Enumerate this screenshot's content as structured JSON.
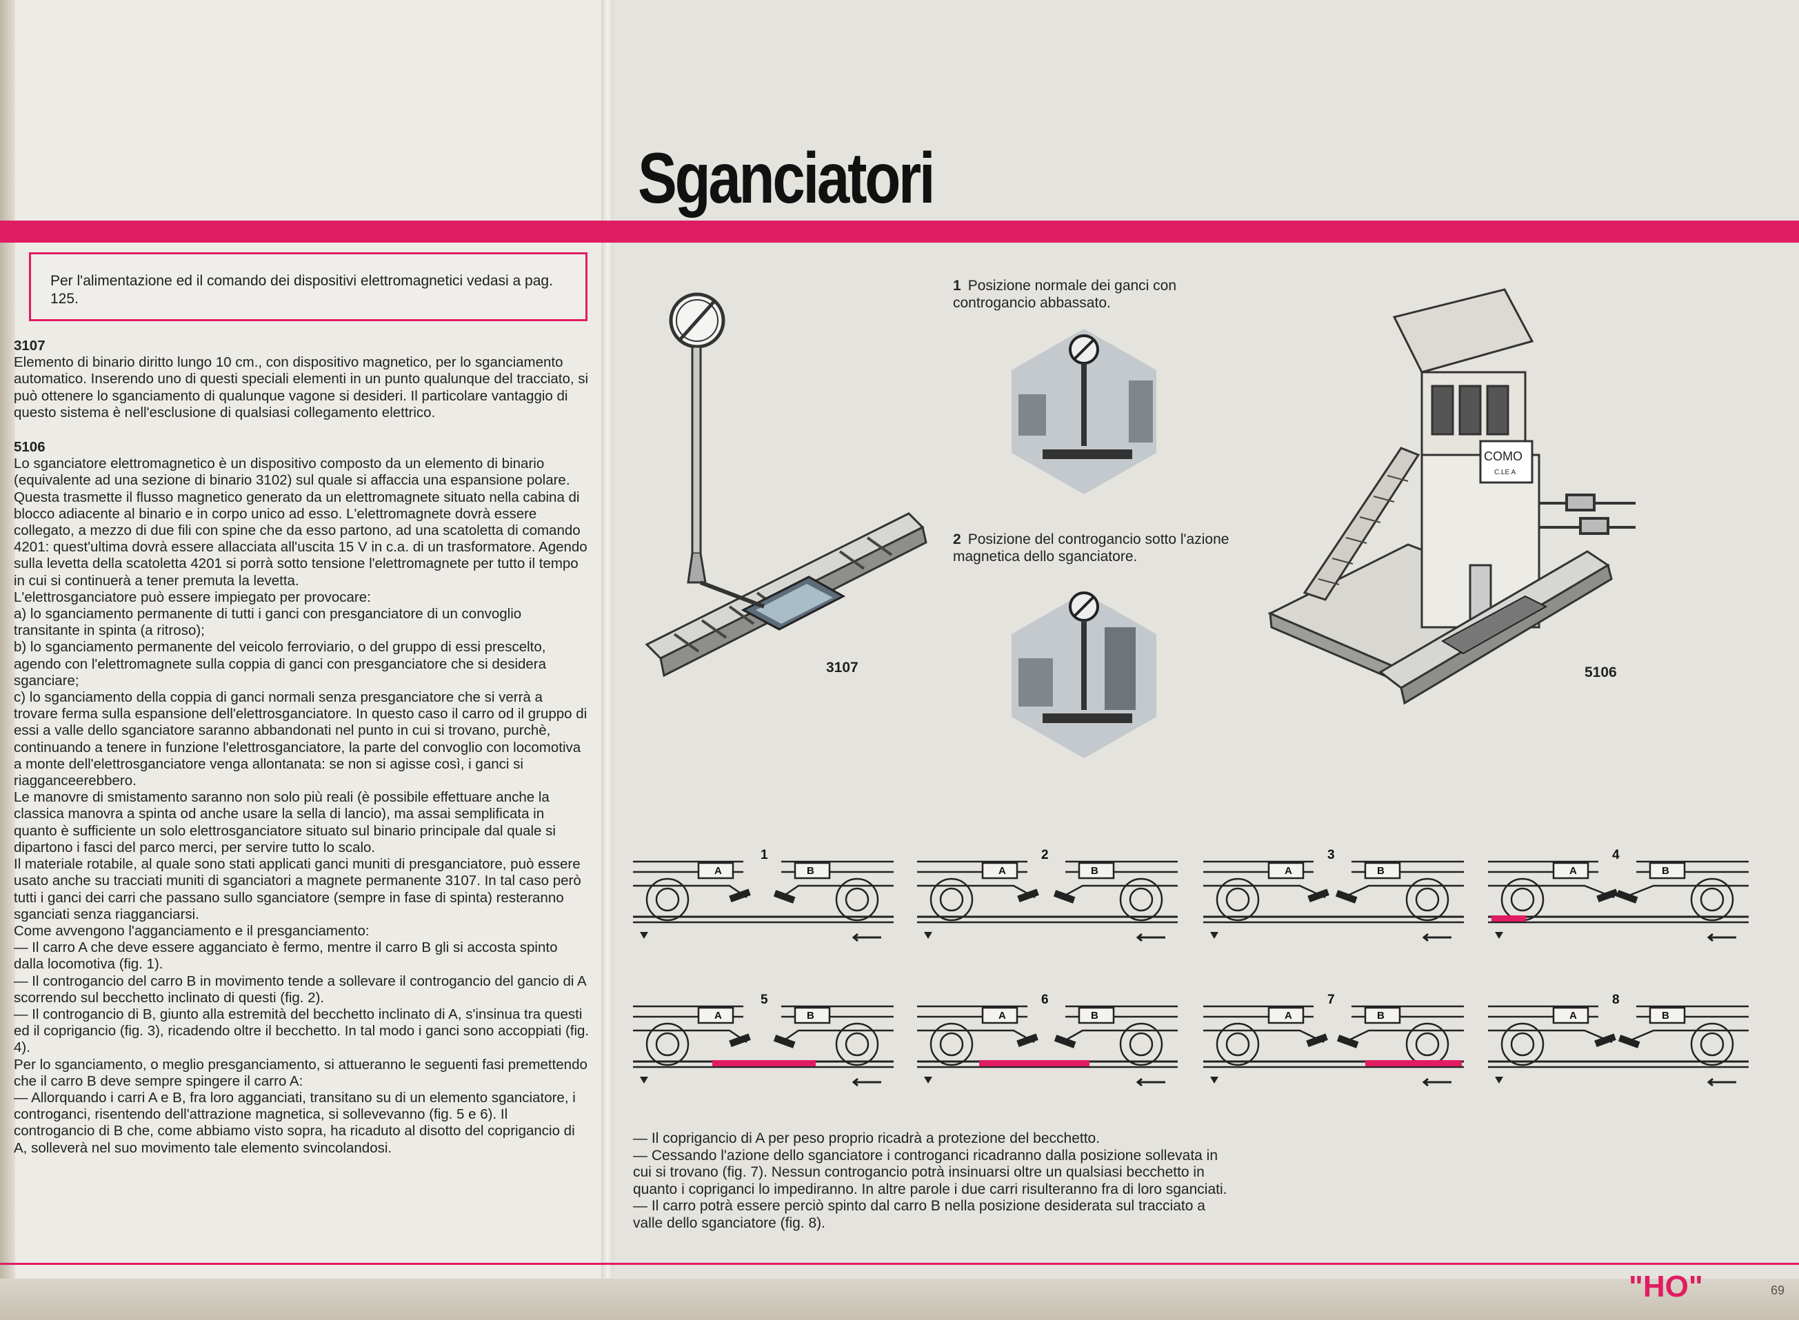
{
  "title": "Sganciatori",
  "notice": "Per l'alimentazione ed il comando dei dispositivi elettromagnetici vedasi a pag. 125.",
  "left_column": [
    {
      "head": "3107",
      "text": "Elemento di binario diritto lungo 10 cm., con dispositivo magnetico, per lo sganciamento automatico. Inserendo uno di questi speciali elementi in un punto qualunque del tracciato, si può ottenere lo sganciamento di qualunque vagone si desideri. Il particolare vantaggio di questo sistema è nell'esclusione di qualsiasi collegamento elettrico."
    },
    {
      "head": "5106",
      "text": "Lo sganciatore elettromagnetico è un dispositivo composto da un elemento di binario (equivalente ad una sezione di binario 3102) sul quale si affaccia una espansione polare. Questa trasmette il flusso magnetico generato da un elettromagnete situato nella cabina di blocco adiacente al binario e in corpo unico ad esso. L'elettromagnete dovrà essere collegato, a mezzo di due fili con spine che da esso partono, ad una scatoletta di comando 4201: quest'ultima dovrà essere allacciata all'uscita 15 V in c.a. di un trasformatore. Agendo sulla levetta della scatoletta 4201 si porrà sotto tensione l'elettromagnete per tutto il tempo in cui si continuerà a tener premuta la levetta."
    },
    {
      "head": "",
      "text": "L'elettrosganciatore può essere impiegato per provocare:"
    },
    {
      "head": "",
      "text": "a) lo sganciamento permanente di tutti i ganci con presganciatore di un convoglio transitante in spinta (a ritroso);"
    },
    {
      "head": "",
      "text": "b) lo sganciamento permanente del veicolo ferroviario, o del gruppo di essi prescelto, agendo con l'elettromagnete sulla coppia di ganci con presganciatore che si desidera sganciare;"
    },
    {
      "head": "",
      "text": "c) lo sganciamento della coppia di ganci normali senza presganciatore che si verrà a trovare ferma sulla espansione dell'elettrosganciatore. In questo caso il carro od il gruppo di essi a valle dello sganciatore saranno abbandonati nel punto in cui si trovano, purchè, continuando a tenere in funzione l'elettrosganciatore, la parte del convoglio con locomotiva a monte dell'elettrosganciatore venga allontanata: se non si agisse così, i ganci si riagganceerebbero."
    },
    {
      "head": "",
      "text": "Le manovre di smistamento saranno non solo più reali (è possibile effettuare anche la classica manovra a spinta od anche usare la sella di lancio), ma assai semplificata in quanto è sufficiente un solo elettrosganciatore situato sul binario principale dal quale si dipartono i fasci del parco merci, per servire tutto lo scalo."
    },
    {
      "head": "",
      "text": "Il materiale rotabile, al quale sono stati applicati ganci muniti di presganciatore, può essere usato anche su tracciati muniti di sganciatori a magnete permanente 3107. In tal caso però tutti i ganci dei carri che passano sullo sganciatore (sempre in fase di spinta) resteranno sganciati senza riagganciarsi."
    },
    {
      "head": "",
      "text": "Come avvengono l'agganciamento e il presganciamento:"
    },
    {
      "head": "",
      "text": "— Il carro A che deve essere agganciato è fermo, mentre il carro B gli si accosta spinto dalla locomotiva (fig. 1)."
    },
    {
      "head": "",
      "text": "— Il controgancio del carro B in movimento tende a sollevare il controgancio del gancio di A scorrendo sul becchetto inclinato di questi (fig. 2)."
    },
    {
      "head": "",
      "text": "— Il controgancio di B, giunto alla estremità del becchetto inclinato di A, s'insinua tra questi ed il coprigancio (fig. 3), ricadendo oltre il becchetto. In tal modo i ganci sono accoppiati (fig. 4)."
    },
    {
      "head": "",
      "text": "Per lo sganciamento, o meglio presganciamento, si attueranno le seguenti fasi premettendo che il carro B deve sempre spingere il carro A:"
    },
    {
      "head": "",
      "text": "— Allorquando i carri A e B, fra loro agganciati, transitano su di un elemento sganciatore, i controganci, risentendo dell'attrazione magnetica, si sollevevanno (fig. 5 e 6). Il controgancio di B che, come abbiamo visto sopra, ha ricaduto al disotto del coprigancio di A, solleverà nel suo movimento tale elemento svincolandosi."
    }
  ],
  "captions": [
    {
      "num": "1",
      "text": "Posizione normale dei ganci con controgancio abbassato."
    },
    {
      "num": "2",
      "text": "Posizione del controgancio sotto l'azione magnetica dello sganciatore."
    }
  ],
  "product_labels": [
    "3107",
    "5106"
  ],
  "cabin_sign": [
    "COMO",
    "C.LE A"
  ],
  "panels": [
    "1",
    "2",
    "3",
    "4",
    "5",
    "6",
    "7",
    "8"
  ],
  "coupler_labels": {
    "a": "A",
    "b": "B"
  },
  "bottom_text": [
    "— Il coprigancio di A per peso proprio ricadrà a protezione del becchetto.",
    "— Cessando l'azione dello sganciatore i controganci ricadranno dalla posizione sollevata in cui si trovano (fig. 7). Nessun controgancio potrà insinuarsi oltre un qualsiasi becchetto in quanto i copriganci lo impediranno. In altre parole i due carri risulteranno fra di loro sganciati.",
    "— Il carro potrà essere perciò spinto dal carro B nella posizione desiderata sul tracciato a valle dello sganciatore (fig. 8)."
  ],
  "footer": {
    "brand": "\"HO\"",
    "page": "69"
  },
  "colors": {
    "accent": "#e01c63",
    "paper": "#ecebe6",
    "ink": "#1d1d1d"
  }
}
